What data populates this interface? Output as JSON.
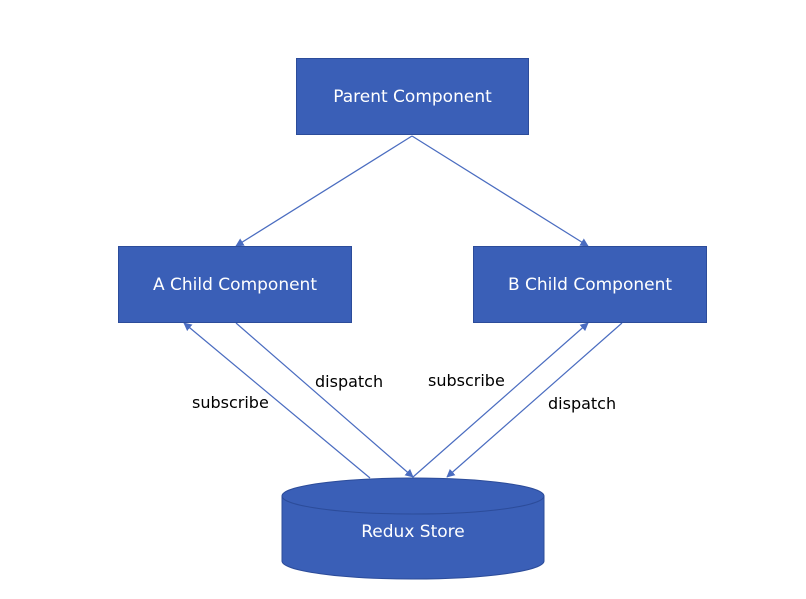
{
  "nodes": {
    "parent": "Parent Component",
    "child_a": "A Child Component",
    "child_b": "B Child Component",
    "store": "Redux Store"
  },
  "edges": {
    "a_subscribe": "subscribe",
    "a_dispatch": "dispatch",
    "b_subscribe": "subscribe",
    "b_dispatch": "dispatch"
  },
  "colors": {
    "box_fill": "#3a5fb7",
    "line": "#4a6cc0"
  }
}
